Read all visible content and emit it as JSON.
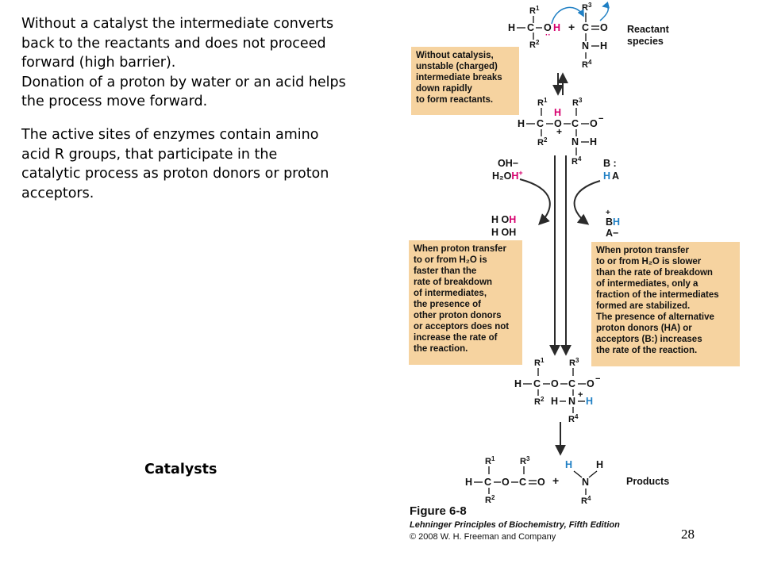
{
  "slide": {
    "intro_text": "Without a catalyst the intermediate converts\nback to the reactants and does not proceed\nforward (high barrier).\nDonation of a proton by water or an acid helps\nthe process move forward.",
    "enzymes_text": "The active sites of enzymes contain amino\nacid R groups,  that  participate in the\ncatalytic process as proton donors or proton\nacceptors.",
    "catalysts_label": "Catalysts",
    "page_number": "28"
  },
  "figure": {
    "reactant_label": [
      "Reactant",
      "species"
    ],
    "products_label": "Products",
    "box_without": [
      "Without catalysis,",
      "unstable (charged)",
      "intermediate breaks",
      "down rapidly",
      "to form reactants."
    ],
    "box_left": [
      "When proton transfer",
      "to or from H₂O is",
      "faster than the",
      "rate of breakdown",
      "of intermediates,",
      "the presence of",
      "other proton donors",
      "or acceptors does not",
      "increase the rate of",
      "the reaction."
    ],
    "box_right": [
      "When proton transfer",
      "to or from H₂O is slower",
      "than the rate of breakdown",
      "of intermediates, only a",
      "fraction of the intermediates",
      "formed are stabilized.",
      "The presence of alternative",
      "proton donors (HA) or",
      "acceptors (B:) increases",
      "the rate of the reaction."
    ],
    "left_side": {
      "top1": "OH−",
      "top2_black": "H₂O",
      "top2_magenta": "H",
      "top2_plus": "+",
      "bottom1_black": "H O",
      "bottom1_magenta": "H",
      "bottom2": "H OH"
    },
    "right_side": {
      "top1": "B :",
      "top2_blue": "H",
      "top2_black": "A",
      "bottom_plus": "+",
      "bottom1_black": "B",
      "bottom1_blue": "H",
      "bottom2": "A−"
    },
    "caption": {
      "figure_label": "Figure 6-8",
      "book": "Lehninger Principles of Biochemistry, Fifth Edition",
      "copyright": "© 2008 W. H. Freeman and Company"
    },
    "colors": {
      "box_fill": "#f6d3a0",
      "proton_magenta": "#d6006e",
      "proton_blue": "#1f7fc4",
      "arrow": "#2a2a2a"
    }
  }
}
